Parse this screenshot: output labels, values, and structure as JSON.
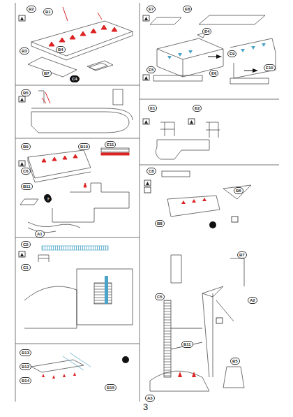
{
  "diagram": {
    "labels": [
      "B2",
      "B1",
      "B3",
      "B4",
      "B7",
      "C4",
      "B5",
      "B9",
      "B10",
      "C6",
      "E11",
      "B11",
      "?",
      "A1",
      "C5",
      "C1",
      "B13",
      "B12",
      "B14",
      "B15",
      "E7",
      "E8",
      "E4",
      "E9",
      "E10",
      "E5",
      "E6",
      "E1",
      "E2",
      "C8",
      "B6",
      "B8",
      "B7",
      "C5",
      "A2",
      "A3",
      "B11",
      "B5",
      "3"
    ]
  }
}
